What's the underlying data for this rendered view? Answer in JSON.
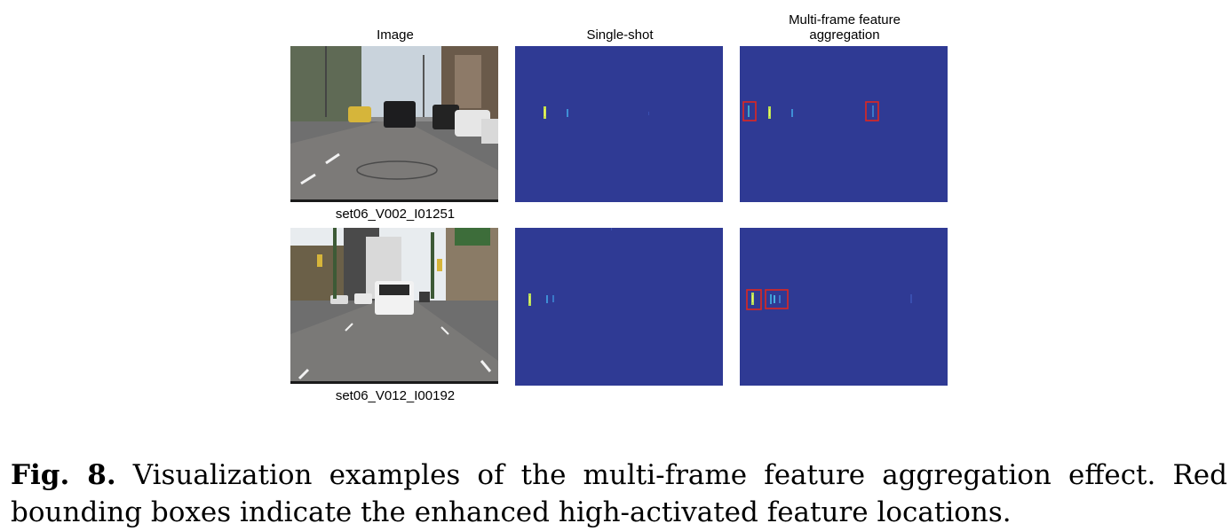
{
  "figure": {
    "columns": [
      {
        "title": "Image"
      },
      {
        "title": "Single-shot"
      },
      {
        "title_line1": "Multi-frame feature",
        "title_line2": "aggregation"
      }
    ],
    "rows": [
      {
        "image_label": "set06_V002_I01251"
      },
      {
        "image_label": "set06_V012_I00192"
      }
    ],
    "colors": {
      "heatmap_background": "#2f3a94",
      "highlight_box": "#e0261f"
    }
  },
  "caption": {
    "label": "Fig. 8.",
    "text": "Visualization examples of the multi-frame feature aggregation effect. Red bounding boxes indicate the enhanced high-activated feature locations."
  }
}
